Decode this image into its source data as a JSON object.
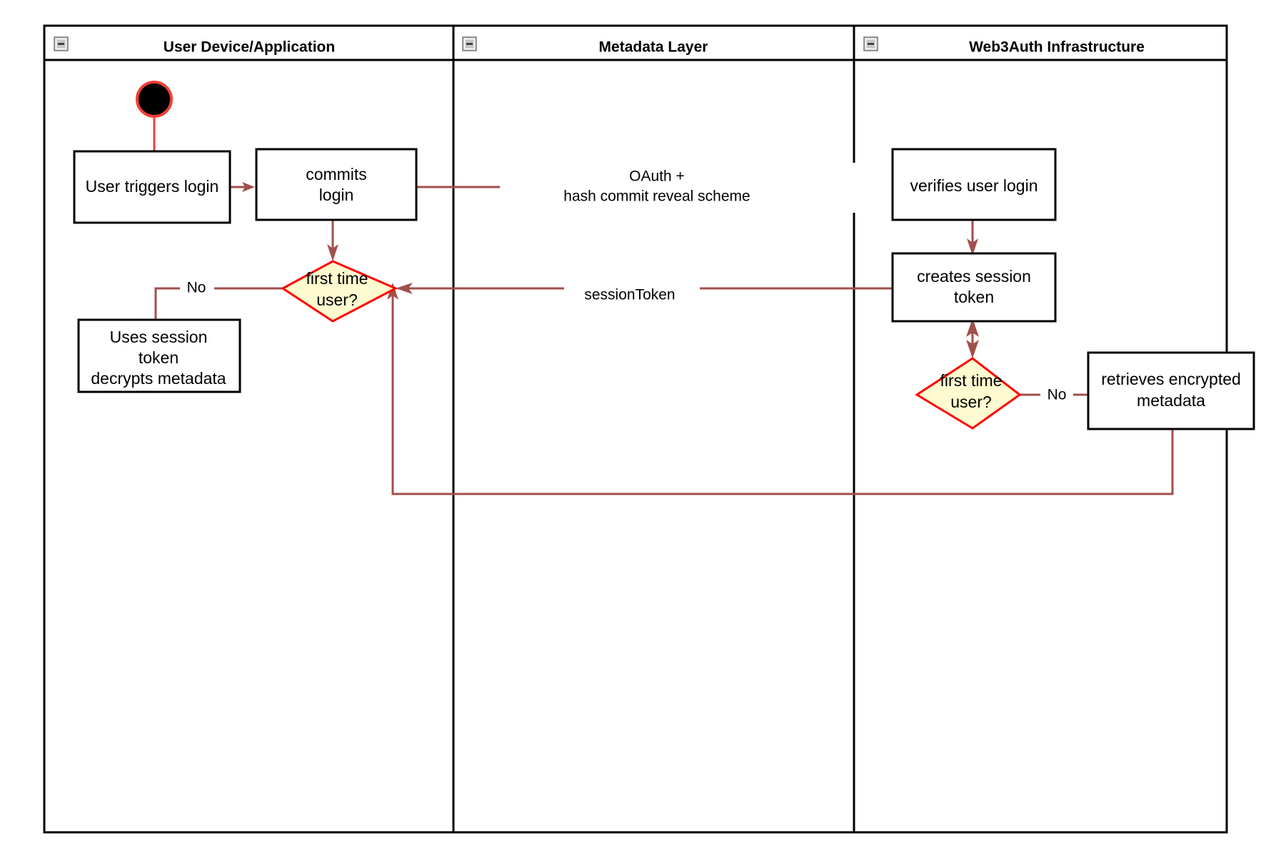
{
  "diagram": {
    "type": "uml-activity-swimlane",
    "title": "Web3Auth login flow",
    "colors": {
      "lane_border": "#000000",
      "activity_border": "#000000",
      "activity_fill": "#ffffff",
      "decision_fill": "#fdfbcf",
      "decision_border": "#ff0000",
      "flow_line": "#a14f4a",
      "start_node_fill": "#000000",
      "start_node_border": "#ef3f36",
      "collapse_icon_fill": "#c8c8c8"
    }
  },
  "lanes": [
    {
      "id": "lane-user-device",
      "title": "User Device/Application",
      "collapse_icon": "collapse-minus-icon"
    },
    {
      "id": "lane-metadata",
      "title": "Metadata Layer",
      "collapse_icon": "collapse-minus-icon"
    },
    {
      "id": "lane-web3auth",
      "title": "Web3Auth Infrastructure",
      "collapse_icon": "collapse-minus-icon"
    }
  ],
  "nodes": {
    "start": {
      "kind": "initial-node",
      "label": ""
    },
    "user_triggers_login": {
      "kind": "activity",
      "lines": [
        "User triggers login"
      ]
    },
    "commits_login": {
      "kind": "activity",
      "lines": [
        "commits",
        "login"
      ]
    },
    "decision_left": {
      "kind": "decision",
      "lines": [
        "first time",
        "user?"
      ]
    },
    "uses_session_token": {
      "kind": "activity",
      "lines": [
        "Uses session",
        "token",
        "decrypts metadata"
      ]
    },
    "verifies_user_login": {
      "kind": "activity",
      "lines": [
        "verifies user login"
      ]
    },
    "creates_session_token": {
      "kind": "activity",
      "lines": [
        "creates session",
        "token"
      ]
    },
    "decision_right": {
      "kind": "decision",
      "lines": [
        "first time",
        "user?"
      ]
    },
    "retrieves_encrypted_metadata": {
      "kind": "activity",
      "lines": [
        "retrieves encrypted",
        "metadata"
      ]
    }
  },
  "edge_labels": {
    "oauth": {
      "lines": [
        "OAuth +",
        "hash commit reveal scheme"
      ]
    },
    "session_token": {
      "lines": [
        "sessionToken"
      ]
    },
    "no_left": {
      "lines": [
        "No"
      ]
    },
    "no_right": {
      "lines": [
        "No"
      ]
    }
  }
}
